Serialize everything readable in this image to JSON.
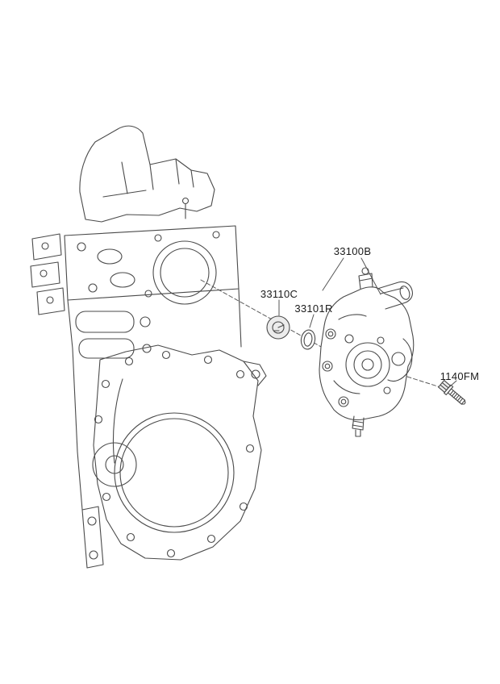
{
  "diagram": {
    "background": "#ffffff",
    "line_color": "#4a4a4a",
    "labels": {
      "pump_assembly": "33100B",
      "cap": "33110C",
      "o_ring": "33101R",
      "mounting_bolt": "1140FM"
    }
  }
}
